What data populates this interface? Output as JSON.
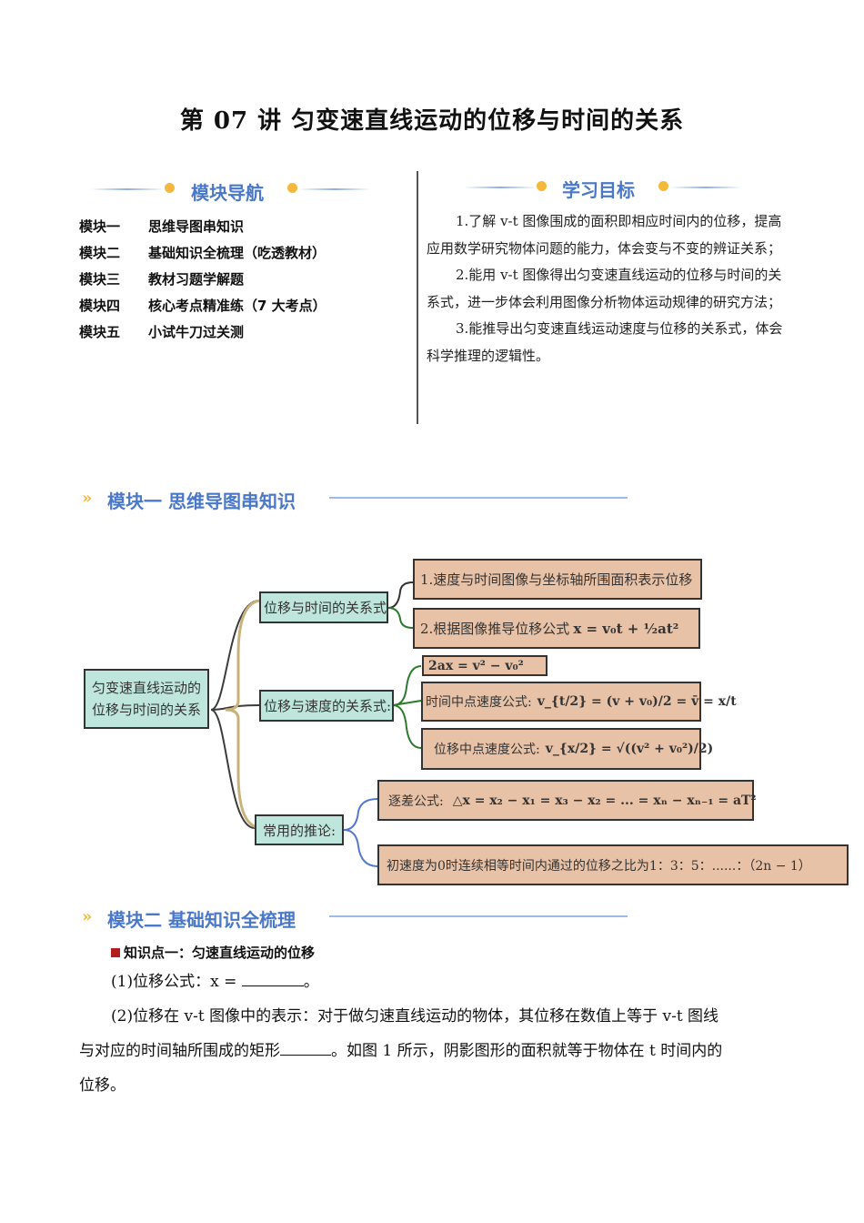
{
  "title": "第 07 讲  匀变速直线运动的位移与时间的关系",
  "nav": {
    "heading": "模块导航",
    "items": [
      {
        "key": "模块一",
        "label": "思维导图串知识"
      },
      {
        "key": "模块二",
        "label": "基础知识全梳理（吃透教材）"
      },
      {
        "key": "模块三",
        "label": "教材习题学解题"
      },
      {
        "key": "模块四",
        "label": "核心考点精准练（7 大考点）"
      },
      {
        "key": "模块五",
        "label": "小试牛刀过关测"
      }
    ]
  },
  "goals": {
    "heading": "学习目标",
    "paragraphs": [
      "1.了解 v-t 图像围成的面积即相应时间内的位移，提高应用数学研究物体问题的能力，体会变与不变的辨证关系；",
      "2.能用 v-t 图像得出匀变速直线运动的位移与时间的关系式，进一步体会利用图像分析物体运动规律的研究方法；",
      "3.能推导出匀变速直线运动速度与位移的关系式，体会科学推理的逻辑性。"
    ]
  },
  "module1": {
    "heading": "模块一  思维导图串知识",
    "root_line1": "匀变速直线运动的",
    "root_line2": "位移与时间的关系",
    "branch1": "位移与时间的关系式",
    "branch2": "位移与速度的关系式:",
    "branch3": "常用的推论:",
    "leaf1": "1.速度与时间图像与坐标轴所围面积表示位移",
    "leaf2_text": "2.根据图像推导位移公式",
    "leaf2_formula": "x = v₀t + ½at²",
    "leaf3": "2ax = v² − v₀²",
    "leaf4_text": "时间中点速度公式:",
    "leaf4_formula": "v_{t/2} = (v + v₀)/2 = v̄ = x/t",
    "leaf5_text": "位移中点速度公式:",
    "leaf5_formula": "v_{x/2} = √((v² + v₀²)/2)",
    "leaf6_text": "逐差公式:",
    "leaf6_formula": "△x = x₂ − x₁ = x₃ − x₂ = ... = xₙ − xₙ₋₁ = aT²",
    "leaf7": "初速度为0时连续相等时间内通过的位移之比为1：3：5：......：（2n − 1）"
  },
  "module2": {
    "heading": "模块二  基础知识全梳理",
    "point_title": "知识点一：匀速直线运动的位移",
    "p1_prefix": "(1)位移公式：x =",
    "p1_suffix": "。",
    "p2_part1": "(2)位移在 v-t 图像中的表示：对于做匀速直线运动的物体，其位移在数值上等于 v-t 图线",
    "p2_part2a": "与对应的时间轴所围成的矩形",
    "p2_part2b": "。如图 1 所示，阴影图形的面积就等于物体在 t 时间内的",
    "p2_part3": "位移。"
  },
  "colors": {
    "accent": "#4a78c8",
    "teal_box": "#bfe6dc",
    "peach_box": "#e8c2a6",
    "dot": "#f4b83c"
  }
}
